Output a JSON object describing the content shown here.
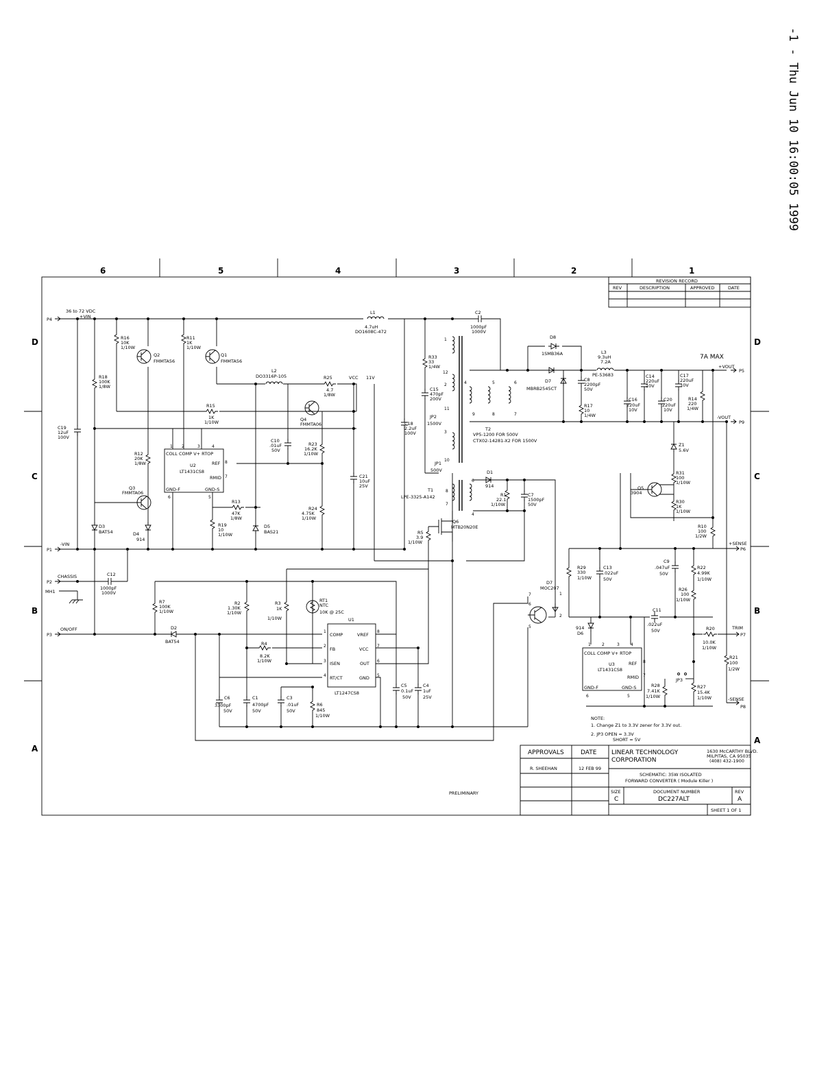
{
  "header_stamp": "-1 - Thu Jun 10 16:00:05 1999",
  "zones": {
    "columns": [
      "6",
      "5",
      "4",
      "3",
      "2",
      "1"
    ],
    "rows": [
      "D",
      "C",
      "B",
      "A"
    ]
  },
  "revision_record": {
    "title": "REVISION RECORD",
    "cols": [
      "REV",
      "DESCRIPTION",
      "APPROVED",
      "DATE"
    ]
  },
  "ports": {
    "p4": "P4",
    "p1": "P1",
    "p2": "P2",
    "mh1": "MH1",
    "p3": "P3",
    "p5": "P5",
    "p9": "P9",
    "p6": "P6",
    "p7": "P7",
    "p8": "P8"
  },
  "nets": {
    "input_range": "36 to 72 VDC",
    "vin_pos": "+VIN",
    "vin_neg": "-VIN",
    "chassis": "CHASSIS",
    "on_off": "ON/OFF",
    "vcc": "VCC",
    "v11": "11V",
    "vout_pos": "+VOUT",
    "vout_neg": "-VOUT",
    "sense_pos": "+SENSE",
    "sense_neg": "-SENSE",
    "trim": "TRIM",
    "max_current": "7A MAX"
  },
  "parts": {
    "r16": [
      "R16",
      "10K",
      "1/10W"
    ],
    "q2": [
      "Q2",
      "FMMTA56"
    ],
    "r11": [
      "R11",
      "1K",
      "1/10W"
    ],
    "q1": [
      "Q1",
      "FMMTA56"
    ],
    "r18": [
      "R18",
      "100K",
      "1/8W"
    ],
    "c19": [
      "C19",
      "12uF",
      "100V"
    ],
    "r15": [
      "R15",
      "1K",
      "1/10W"
    ],
    "l2": [
      "L2",
      "DO3316P-105"
    ],
    "r25": [
      "R25",
      "4.7",
      "1/8W"
    ],
    "q4": [
      "Q4",
      "FMMTA06"
    ],
    "c10": [
      "C10",
      ".01uF",
      "50V"
    ],
    "r23": [
      "R23",
      "16.2K",
      "1/10W"
    ],
    "r12": [
      "R12",
      "20K",
      "1/8W"
    ],
    "q3": [
      "Q3",
      "FMMTA06"
    ],
    "u2": [
      "U2",
      "LT1431CS8"
    ],
    "r13": [
      "R13",
      "47K",
      "1/8W"
    ],
    "r19": [
      "R19",
      "10",
      "1/10W"
    ],
    "d5": [
      "D5",
      "BAS21"
    ],
    "r24": [
      "R24",
      "4.75K",
      "1/10W"
    ],
    "c21": [
      "C21",
      "10uF",
      "25V"
    ],
    "d3": [
      "D3",
      "BAT54"
    ],
    "d4": [
      "D4",
      "914"
    ],
    "l1": [
      "L1",
      "4.7uH",
      "DO1608C-472"
    ],
    "c2": [
      "C2",
      "1000pF",
      "1000V"
    ],
    "r33": [
      "R33",
      "33",
      "1/4W"
    ],
    "c15": [
      "C15",
      "470pF",
      "200V"
    ],
    "jp2": [
      "JP2",
      "1500V"
    ],
    "jp1": [
      "JP1",
      "500V"
    ],
    "c18": [
      "C18",
      "2.2uF",
      "100V"
    ],
    "t2": [
      "T2",
      "VP5-1200 FOR 500V",
      "CTX02-14281-X2 FOR 1500V"
    ],
    "d8": [
      "D8",
      "1SMB36A"
    ],
    "d7_out": [
      "D7",
      "MBRB2545CT"
    ],
    "l3": [
      "L3",
      "9.3uH",
      "7.2A",
      "PE-53683"
    ],
    "c8": [
      "C8",
      "2200pF",
      "50V"
    ],
    "r17": [
      "R17",
      "10",
      "1/4W"
    ],
    "c16": [
      "C16",
      "220uF",
      "10V"
    ],
    "c14": [
      "C14",
      "220uF",
      "10V"
    ],
    "c20": [
      "C20",
      "220uF",
      "10V"
    ],
    "c17": [
      "C17",
      "220uF",
      "10V"
    ],
    "r14": [
      "R14",
      "220",
      "1/4W"
    ],
    "t1": [
      "T1",
      "LPE-3325-A142"
    ],
    "d1": [
      "D1",
      "914"
    ],
    "r1": [
      "R1",
      "22.1",
      "1/10W"
    ],
    "c7": [
      "C7",
      "1500pF",
      "50V"
    ],
    "q6": [
      "Q6",
      "MTB20N20E"
    ],
    "r5": [
      "R5",
      "3.9",
      "1/10W"
    ],
    "z1": [
      "Z1",
      "5.6V"
    ],
    "r31": [
      "R31",
      "100",
      "1/10W"
    ],
    "q5": [
      "Q5",
      "3904"
    ],
    "r30": [
      "R30",
      "1K",
      "1/10W"
    ],
    "r10": [
      "R10",
      "100",
      "1/2W"
    ],
    "c12": [
      "C12",
      "1000pF",
      "1000V"
    ],
    "r7": [
      "R7",
      "100K",
      "1/10W"
    ],
    "d2": [
      "D2",
      "BAT54"
    ],
    "r2": [
      "R2",
      "1.30K",
      "1/10W"
    ],
    "r3": [
      "R3",
      "1K",
      "1/10W"
    ],
    "rt1": [
      "RT1",
      "NTC",
      "10K @ 25C"
    ],
    "u1": [
      "U1",
      "LT1247CS8"
    ],
    "r4": [
      "R4",
      "8.2K",
      "1/10W"
    ],
    "c6": [
      "C6",
      "3300pF",
      "50V"
    ],
    "c1": [
      "C1",
      "4700pF",
      "50V"
    ],
    "c3": [
      "C3",
      ".01uF",
      "50V"
    ],
    "r6": [
      "R6",
      "845",
      "1/10W"
    ],
    "c5": [
      "C5",
      "0.1uF",
      "50V"
    ],
    "c4": [
      "C4",
      "1uF",
      "25V"
    ],
    "r29": [
      "R29",
      "330",
      "1/10W"
    ],
    "c13": [
      "C13",
      ".022uF",
      "50V"
    ],
    "d7_opto": [
      "D7",
      "MOC207"
    ],
    "c9": [
      "C9",
      ".047uF",
      "50V"
    ],
    "r22": [
      "R22",
      "4.99K",
      "1/10W"
    ],
    "r26": [
      "R26",
      "100",
      "1/10W"
    ],
    "c11": [
      "C11",
      ".022uF",
      "50V"
    ],
    "d6": [
      "914",
      "D6"
    ],
    "u3": [
      "U3",
      "LT1431CS8"
    ],
    "r20": [
      "R20",
      "10.0K",
      "1/10W"
    ],
    "r21": [
      "R21",
      "100",
      "1/2W"
    ],
    "r28": [
      "R28",
      "7.41K",
      "1/10W"
    ],
    "jp3": [
      "JP3"
    ],
    "r27": [
      "R27",
      "15.4K",
      "1/10W"
    ]
  },
  "ic_pins": {
    "u2_top": "COLL COMP V+  RTOP",
    "u2_ref": "REF",
    "u2_rmid": "RMID",
    "u2_bot": "GND-F",
    "u2_gnds": "GND-S",
    "u3_top": "COLL COMP V+  RTOP",
    "u3_ref": "REF",
    "u3_rmid": "RMID",
    "u3_bot": "GND-F",
    "u3_gnds": "GND-S",
    "u1_left": [
      "COMP",
      "FB",
      "ISEN",
      "RT/CT"
    ],
    "u1_right": [
      "VREF",
      "VCC",
      "OUT",
      "GND"
    ]
  },
  "notes": {
    "title": "NOTE:",
    "n1": "1. Change Z1 to 3.3V zener for 3.3V out.",
    "n2a": "2. JP3 OPEN = 3.3V",
    "n2b": "SHORT = 5V",
    "preliminary": "PRELIMINARY"
  },
  "title_block": {
    "approvals": "APPROVALS",
    "date_hdr": "DATE",
    "approver": "R. SHEEHAN",
    "approve_date": "12 FEB 99",
    "company1": "LINEAR TECHNOLOGY",
    "company2": "CORPORATION",
    "addr1": "1630 McCARTHY BLVD.",
    "addr2": "MILPITAS, CA  95035",
    "addr3": "(408) 432-1900",
    "title1": "SCHEMATIC: 35W ISOLATED",
    "title2": "FORWARD CONVERTER ( Module Killer )",
    "size_hdr": "SIZE",
    "size": "C",
    "doc_hdr": "DOCUMENT NUMBER",
    "doc": "DC227ALT",
    "rev_hdr": "REV",
    "rev": "A",
    "sheet": "SHEET 1 OF 1"
  }
}
